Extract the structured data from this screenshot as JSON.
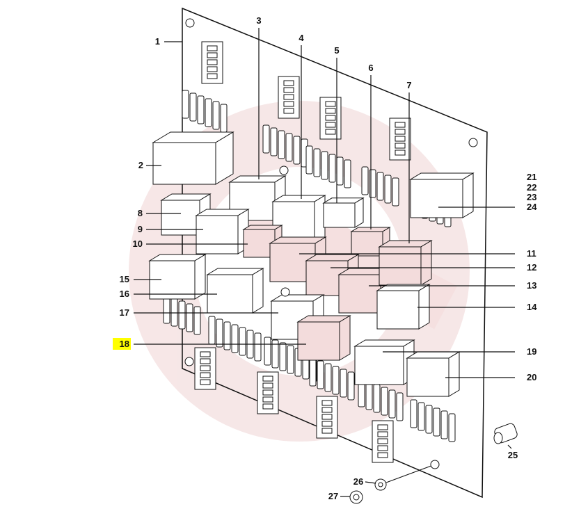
{
  "callouts": [
    "1",
    "2",
    "3",
    "4",
    "5",
    "6",
    "7",
    "8",
    "9",
    "10",
    "11",
    "12",
    "13",
    "14",
    "15",
    "16",
    "17",
    "18",
    "19",
    "20",
    "21",
    "22",
    "23",
    "24",
    "25",
    "26",
    "27"
  ],
  "highlighted": "18",
  "colors": {
    "highlight": "#ffff00",
    "watermark": "#f2d6d6",
    "relay_pink": "#f3dcdc"
  }
}
